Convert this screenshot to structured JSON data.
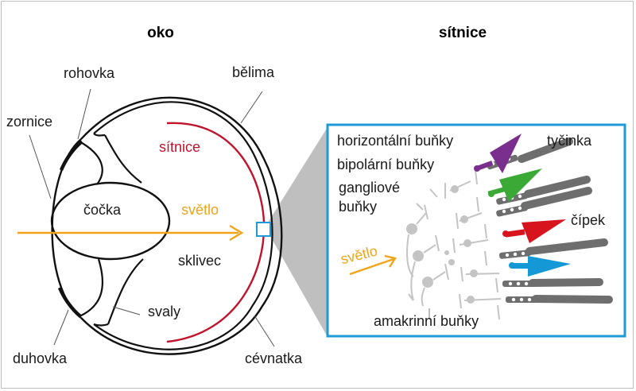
{
  "titles": {
    "left": "oko",
    "right": "sítnice"
  },
  "eye_labels": {
    "rohovka": "rohovka",
    "zornice": "zornice",
    "belima": "bělima",
    "sitnice": "sítnice",
    "cocka": "čočka",
    "svetlo": "světlo",
    "sklivec": "sklivec",
    "svaly": "svaly",
    "duhovka": "duhovka",
    "cevnatka": "cévnatka"
  },
  "retina_labels": {
    "horizontalni_1": "horizontální",
    "horizontalni_2": "buňky",
    "bipolarni": "bipolární buňky",
    "gangliove_1": "gangliové",
    "gangliove_2": "buňky",
    "tycinka": "tyčinka",
    "cipek": "čípek",
    "svetlo": "světlo",
    "amakrinni": "amakrinní buňky"
  },
  "colors": {
    "retina_red": "#c0132c",
    "light_orange": "#f2a418",
    "frame_blue": "#1f9ad6",
    "cone_purple": "#7a2e8e",
    "cone_green": "#3aa935",
    "cone_red": "#d7141e",
    "cone_blue": "#1598d6",
    "rod_gray": "#6e6e6e",
    "neuron_gray": "#c4c4c4"
  },
  "icons": [
    "light-arrow-icon",
    "zoom-cone-icon"
  ]
}
